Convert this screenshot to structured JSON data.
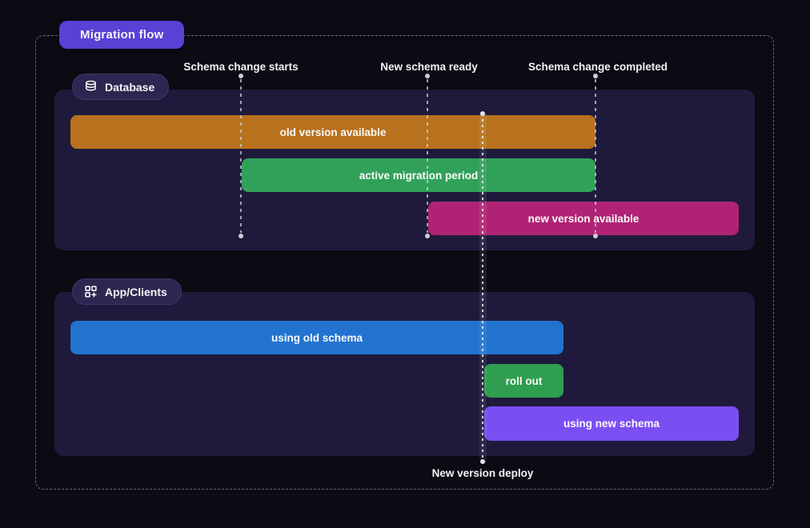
{
  "title": {
    "label": "Migration flow",
    "bg": "#5a40d4"
  },
  "milestones": [
    {
      "label": "Schema change starts"
    },
    {
      "label": "New schema ready"
    },
    {
      "label": "Schema change completed"
    }
  ],
  "deploy": {
    "label": "New version deploy"
  },
  "sections": [
    {
      "label": "Database",
      "icon": "database-icon",
      "bars": [
        {
          "label": "old version available",
          "color": "#b8721d"
        },
        {
          "label": "active migration period",
          "color": "#31a159"
        },
        {
          "label": "new version available",
          "color": "#b02374"
        }
      ]
    },
    {
      "label": "App/Clients",
      "icon": "grid-plus-icon",
      "bars": [
        {
          "label": "using old schema",
          "color": "#2273cf"
        },
        {
          "label": "roll out",
          "color": "#2f9e4f"
        },
        {
          "label": "using new schema",
          "color": "#7a4ff2"
        }
      ]
    }
  ],
  "colors": {
    "page_bg": "#0c0a13",
    "panel_bg": "#1f1a3b",
    "pill_bg": "#2c2750",
    "frame_border": "#6c6977",
    "text": "#f4f3f7"
  }
}
